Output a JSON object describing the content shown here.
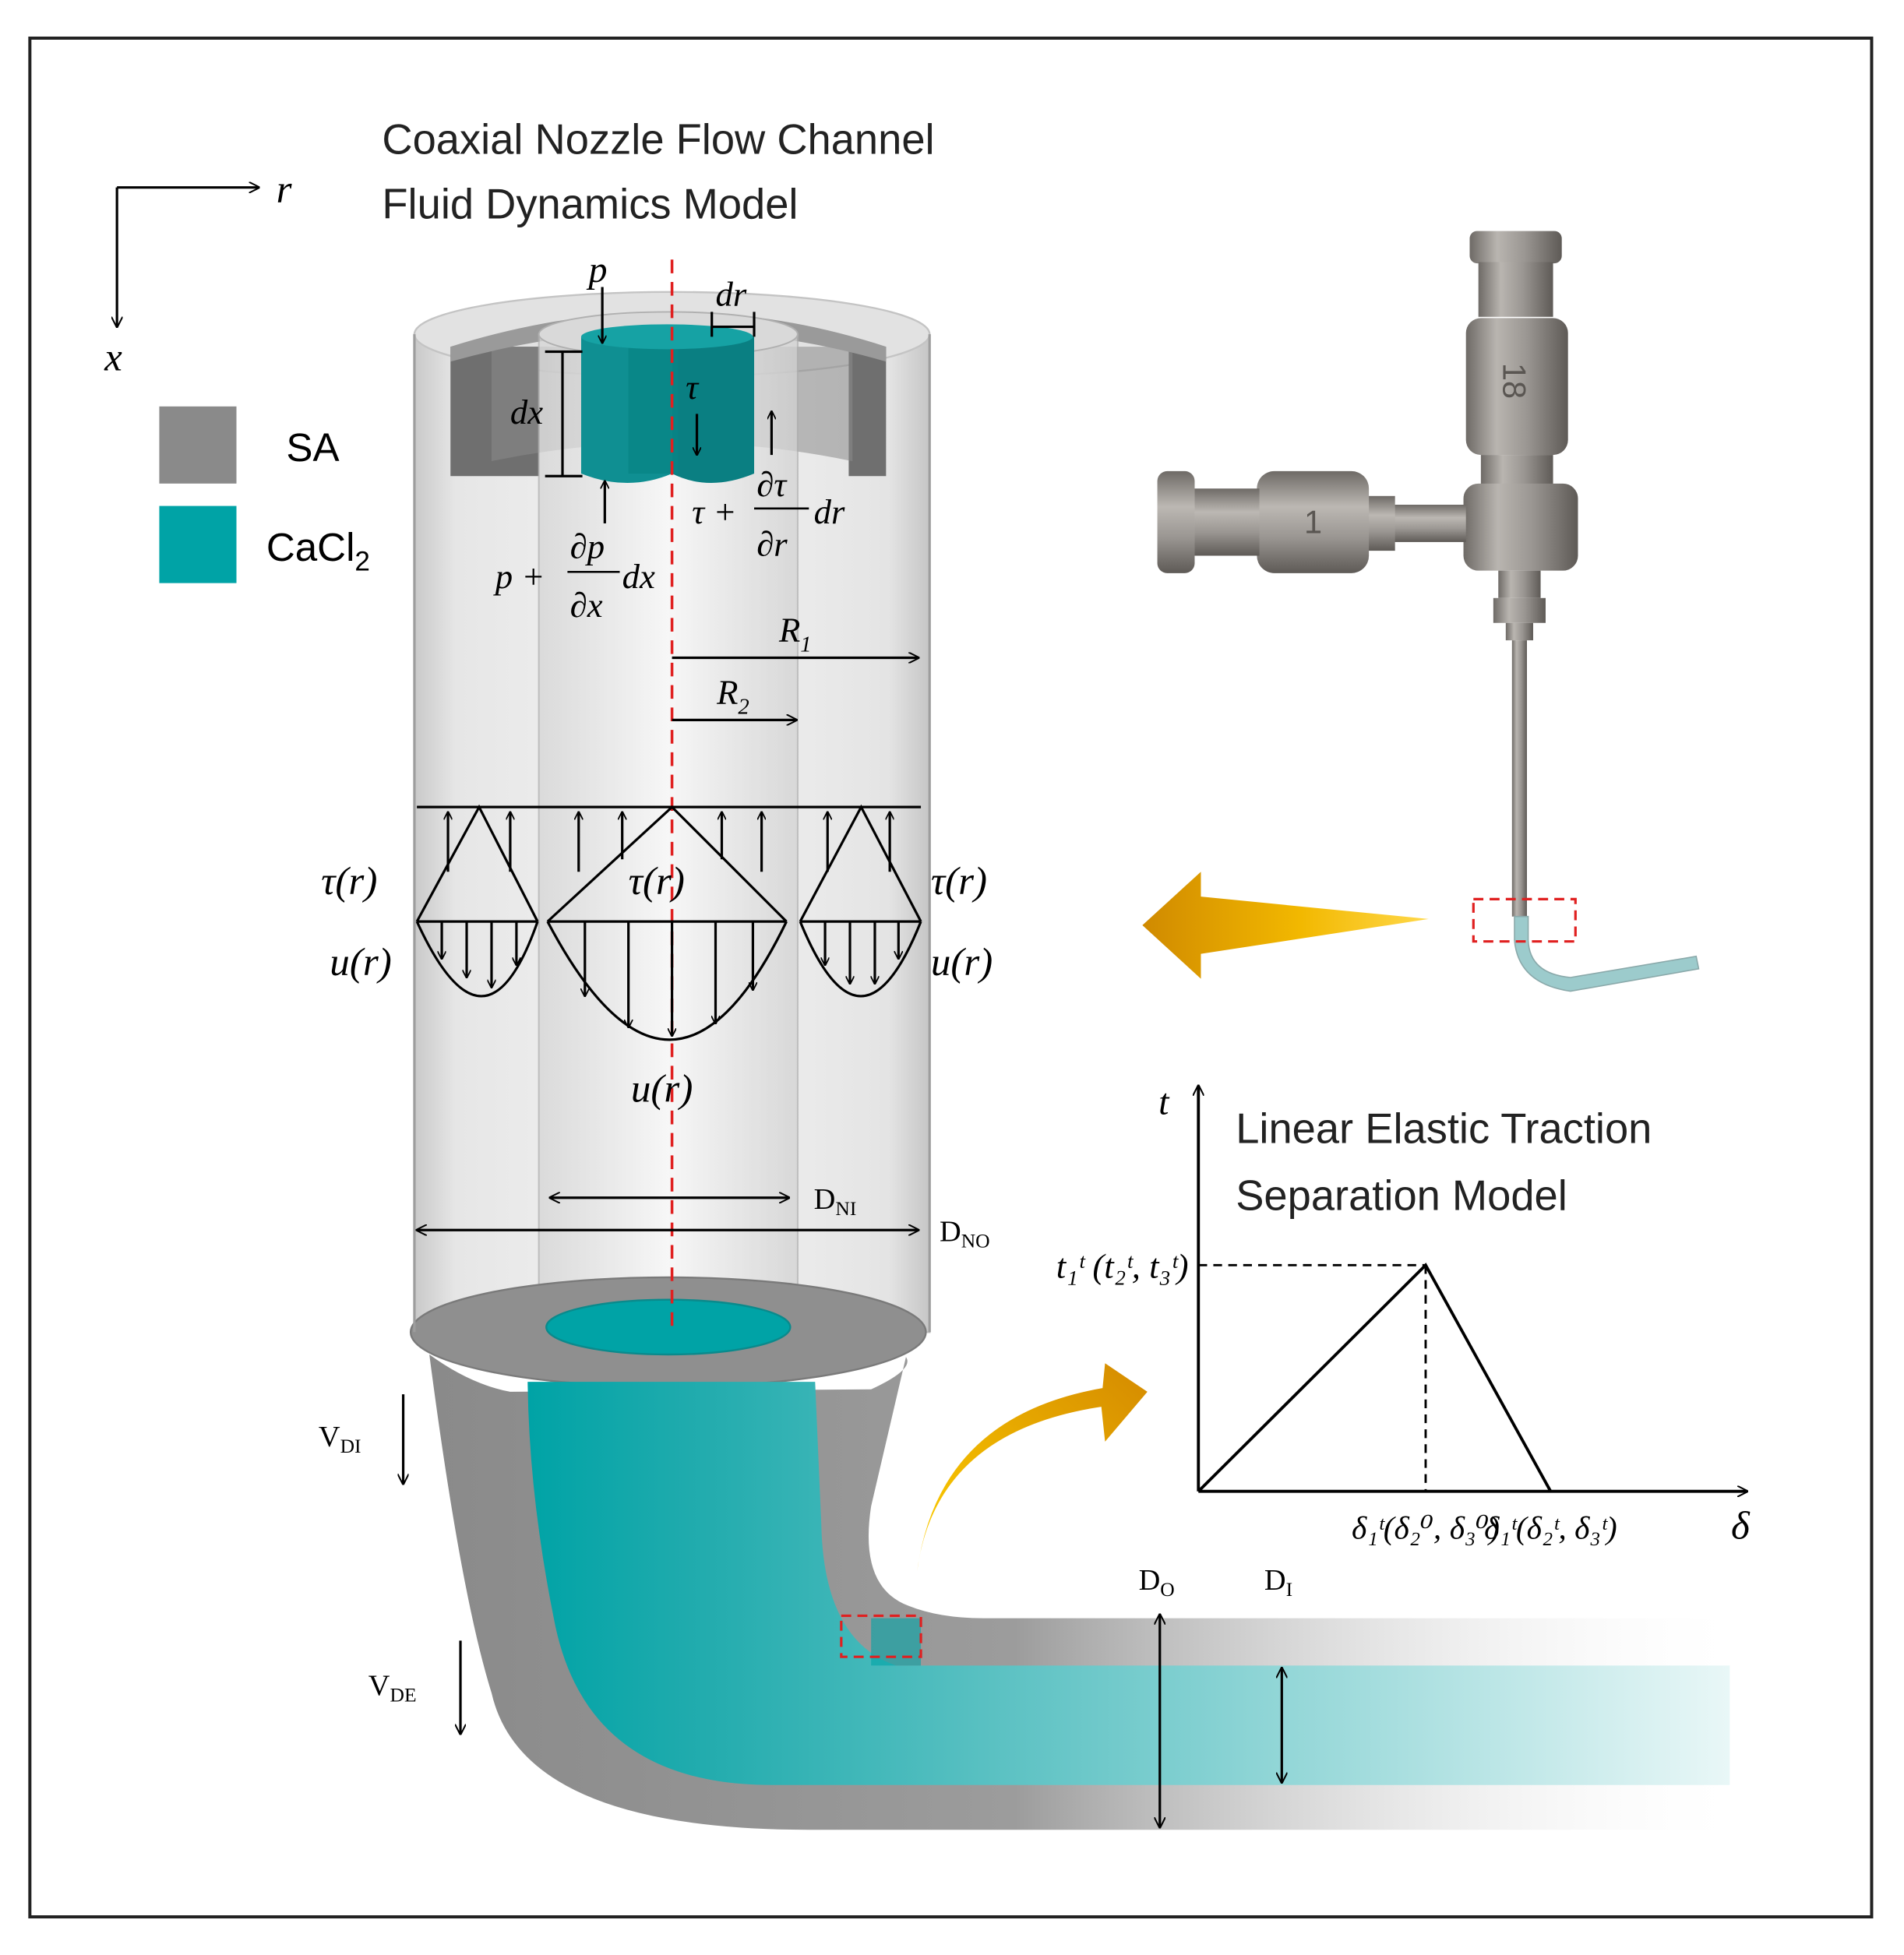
{
  "titles": {
    "fluid_model": [
      "Coaxial Nozzle Flow Channel",
      "Fluid Dynamics Model"
    ],
    "traction_model": [
      "Linear Elastic Traction",
      "Separation Model"
    ]
  },
  "axes": {
    "radial": "r",
    "axial": "x"
  },
  "legend": {
    "items": [
      {
        "label": "SA",
        "color": "#8a8a8a"
      },
      {
        "label": "CaCl",
        "sub": "2",
        "color": "#00a3a6"
      }
    ]
  },
  "element_labels": {
    "p": "p",
    "dr": "dr",
    "dx": "dx",
    "tau": "τ",
    "tau_gradient": {
      "lhs": "τ +",
      "num": "∂τ",
      "den": "∂r",
      "tail": "dr"
    },
    "p_gradient": {
      "lhs": "p +",
      "num": "∂p",
      "den": "∂x",
      "tail": "dx"
    },
    "R1": {
      "base": "R",
      "sub": "1"
    },
    "R2": {
      "base": "R",
      "sub": "2"
    }
  },
  "profiles": {
    "tau_r": "τ(r)",
    "u_r": "u(r)"
  },
  "dimensions": {
    "DNI": {
      "base": "D",
      "sub": "NI"
    },
    "DNO": {
      "base": "D",
      "sub": "NO"
    },
    "VDI": {
      "base": "V",
      "sub": "DI"
    },
    "VDE": {
      "base": "V",
      "sub": "DE"
    },
    "DO": {
      "base": "D",
      "sub": "O"
    },
    "DI": {
      "base": "D",
      "sub": "I"
    }
  },
  "nozzle_marks": {
    "top": "18",
    "side": "1"
  },
  "chart_data": {
    "type": "line",
    "title": "Linear Elastic Traction Separation Model",
    "xlabel": "δ",
    "ylabel": "t",
    "peak_label": "t₁ᵗ (t₂ᵗ, t₃ᵗ)",
    "x_tick_labels": [
      "δ₁ᵗ(δ₂⁰, δ₃⁰)",
      "δ₁ᵗ(δ₂ᵗ, δ₃ᵗ)"
    ],
    "series": [
      {
        "x": [
          0,
          1,
          1.55
        ],
        "y": [
          0,
          1,
          0
        ]
      }
    ],
    "xlim": [
      0,
      2.3
    ],
    "ylim": [
      0,
      1.65
    ],
    "grid": false,
    "legend": "none"
  },
  "colors": {
    "sa": "#8a8a8a",
    "cacl2": "#00a3a6",
    "arrow_gold": "#e8a200",
    "red_dashed": "#e02020",
    "frame": "#222222"
  }
}
